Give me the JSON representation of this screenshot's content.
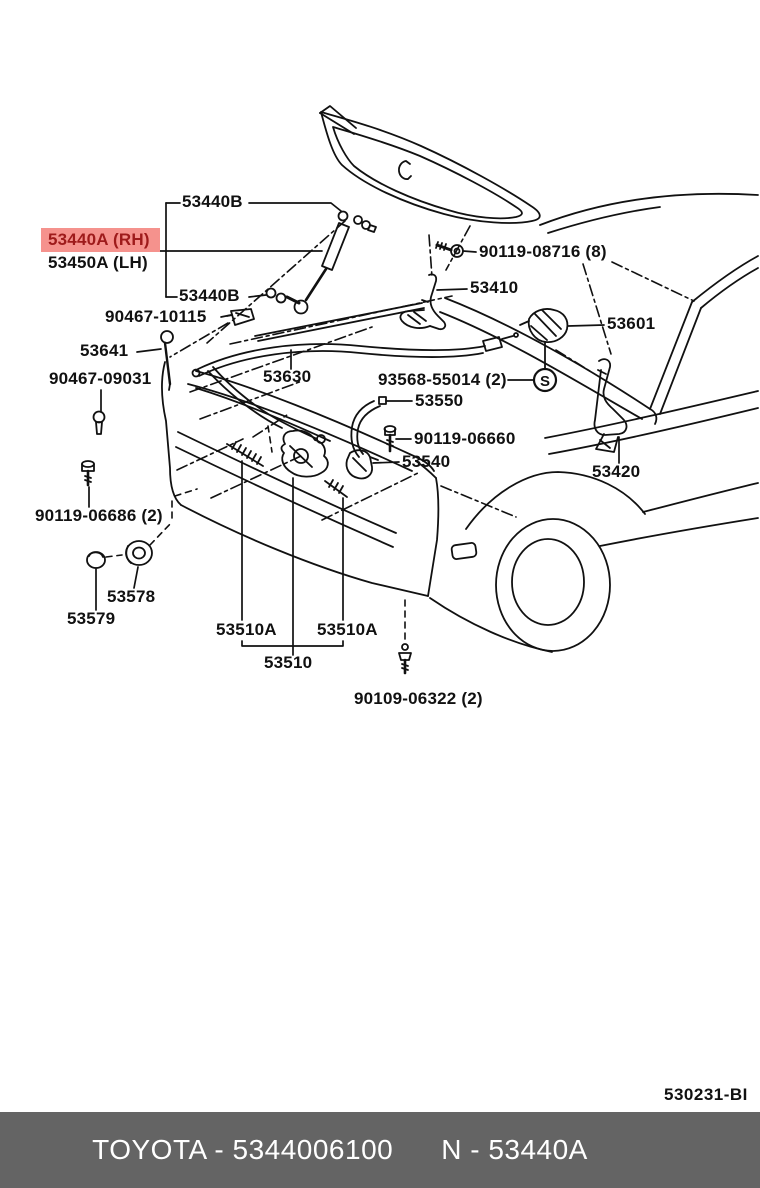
{
  "labels": {
    "p53440b_top": "53440B",
    "p53440a": "53440A (RH)",
    "p53450a": "53450A (LH)",
    "p53440b_bottom": "53440B",
    "p90467_10115": "90467-10115",
    "p90119_08716": "90119-08716 (8)",
    "p53410": "53410",
    "p53601": "53601",
    "p53641": "53641",
    "p90467_09031": "90467-09031",
    "p53630": "53630",
    "p93568_55014": "93568-55014 (2)",
    "p53550": "53550",
    "p90119_06660": "90119-06660",
    "p53540": "53540",
    "p53420": "53420",
    "p90119_06686": "90119-06686 (2)",
    "p53578": "53578",
    "p53579": "53579",
    "p53510a_left": "53510A",
    "p53510a_right": "53510A",
    "p53510": "53510",
    "p90109_06322": "90109-06322 (2)",
    "s_symbol": "S"
  },
  "highlighted_part": "53440A (RH)",
  "ref_code": {
    "visible": "530231-B",
    "clipped_char": "I"
  },
  "footer": {
    "brand_part": "TOYOTA - 5344006100",
    "part_ref": "N - 53440A"
  },
  "colors": {
    "line": "#111111",
    "highlight_bg": "#f5928d",
    "highlight_text": "#9e1b1b",
    "footer_bg": "#646464",
    "footer_text": "#ffffff"
  }
}
